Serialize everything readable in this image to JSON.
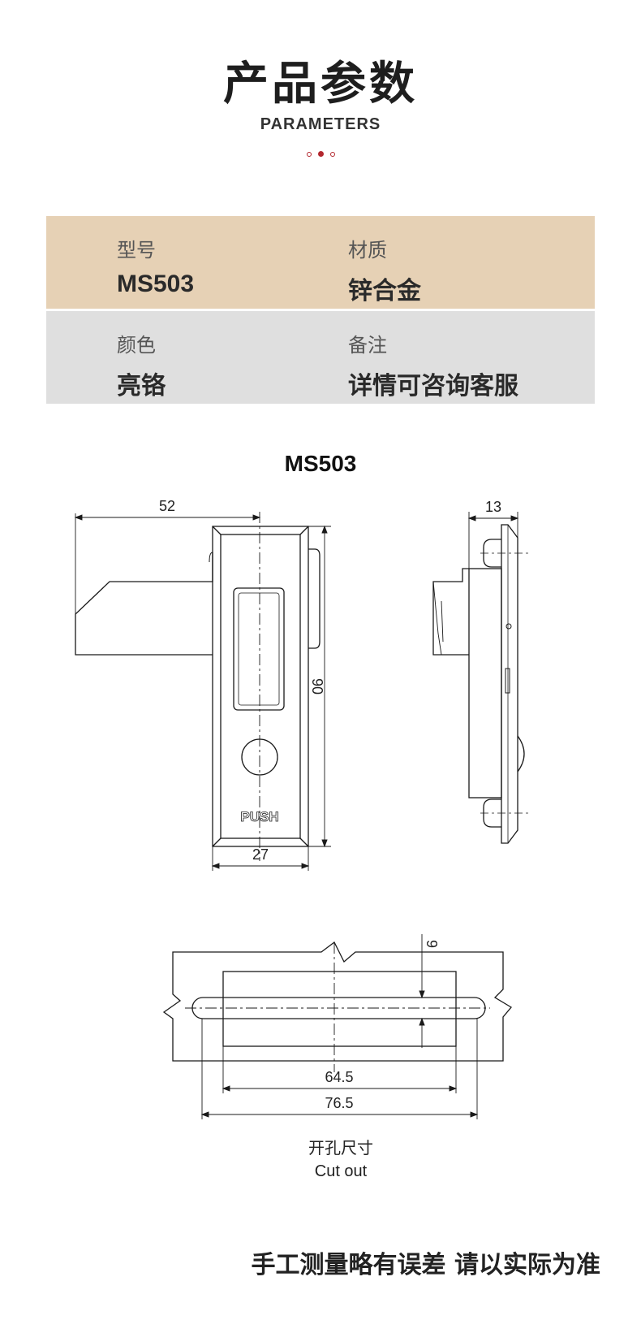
{
  "header": {
    "title": "产品参数",
    "subtitle": "PARAMETERS"
  },
  "params": [
    {
      "label": "型号",
      "value": "MS503"
    },
    {
      "label": "材质",
      "value": "锌合金"
    },
    {
      "label": "颜色",
      "value": "亮铬"
    },
    {
      "label": "备注",
      "value": "详情可咨询客服"
    }
  ],
  "drawing": {
    "model": "MS503",
    "dims": {
      "width_total": "52",
      "side_depth": "13",
      "height": "90",
      "face_width": "27",
      "cutout_height": "9",
      "cutout_inner": "64.5",
      "cutout_outer": "76.5"
    },
    "push_label": "PUSH",
    "cutout_cn": "开孔尺寸",
    "cutout_en": "Cut out"
  },
  "colors": {
    "accent": "#b3272e",
    "row1": "#e6d1b5",
    "row2": "#dfdfdf"
  },
  "footer": "手工测量略有误差 请以实际为准"
}
